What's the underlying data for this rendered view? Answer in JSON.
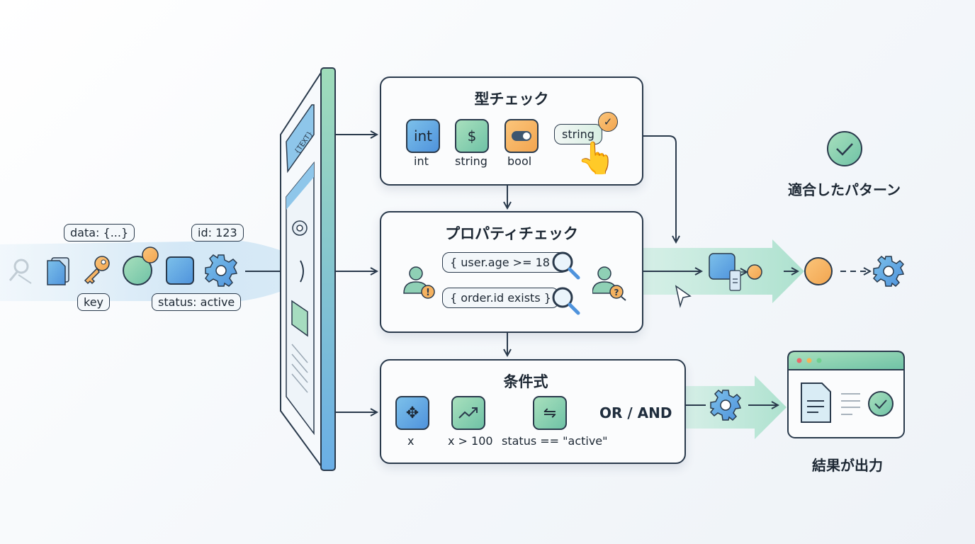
{
  "input_stream": {
    "tags": {
      "data": "data: {...}",
      "id": "id: 123",
      "key": "key",
      "status": "status: active"
    },
    "icons": [
      "faded-key-icon",
      "documents-icon",
      "key-icon",
      "circle-node-icon",
      "square-node-icon",
      "gear-icon"
    ]
  },
  "type_check": {
    "title": "型チェック",
    "tiles": [
      {
        "glyph": "int",
        "label": "int"
      },
      {
        "glyph": "$",
        "label": "string"
      },
      {
        "glyph": "",
        "label": "bool"
      }
    ],
    "selected": "string"
  },
  "property_check": {
    "title": "プロパティチェック",
    "conditions": [
      "{ user.age >= 18 }",
      "{ order.id exists }"
    ],
    "badges": [
      "!",
      "?"
    ]
  },
  "conditions": {
    "title": "条件式",
    "items": [
      {
        "label": "x"
      },
      {
        "label": "x > 100"
      },
      {
        "label": "status == \"active\""
      }
    ],
    "operator": "OR / AND"
  },
  "outputs": {
    "matched_label": "適合したパターン",
    "result_label": "結果が出力"
  },
  "colors": {
    "outline": "#2a3a4c",
    "blue": "#5aa4e0",
    "green": "#8fd3b0",
    "orange": "#f5b260",
    "background": "#f5f8fb"
  }
}
